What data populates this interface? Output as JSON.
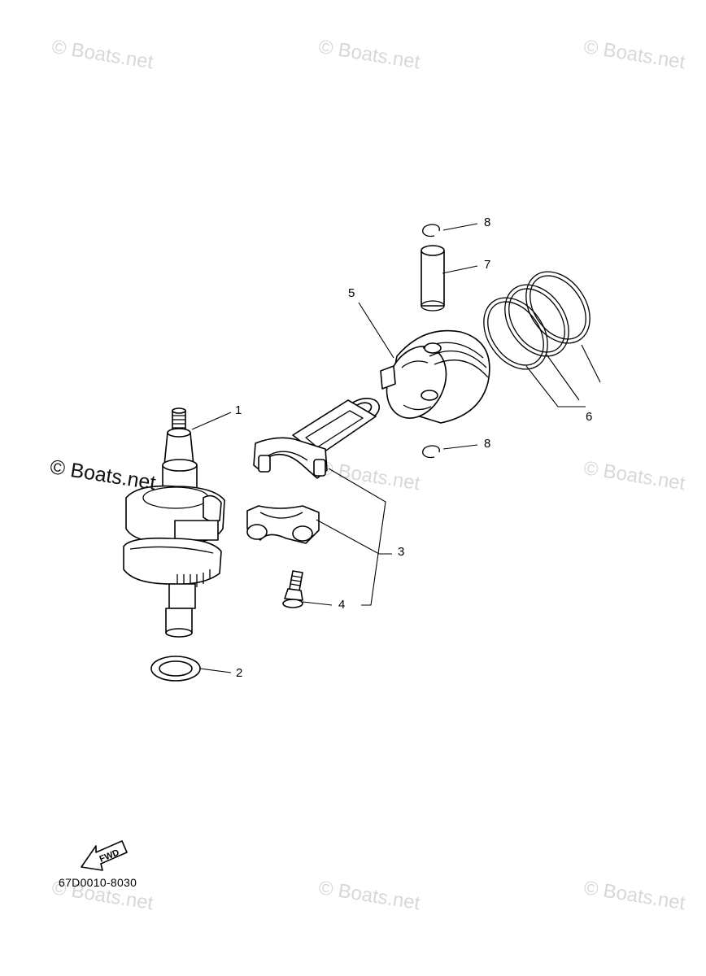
{
  "watermark": "© Boats.net",
  "watermark_dark": "© Boats.net",
  "diagram_code": "67D0010-8030",
  "fwd_label": "FWD",
  "callouts": {
    "c1": "1",
    "c2": "2",
    "c3": "3",
    "c4": "4",
    "c5": "5",
    "c6": "6",
    "c7": "7",
    "c8a": "8",
    "c8b": "8"
  }
}
